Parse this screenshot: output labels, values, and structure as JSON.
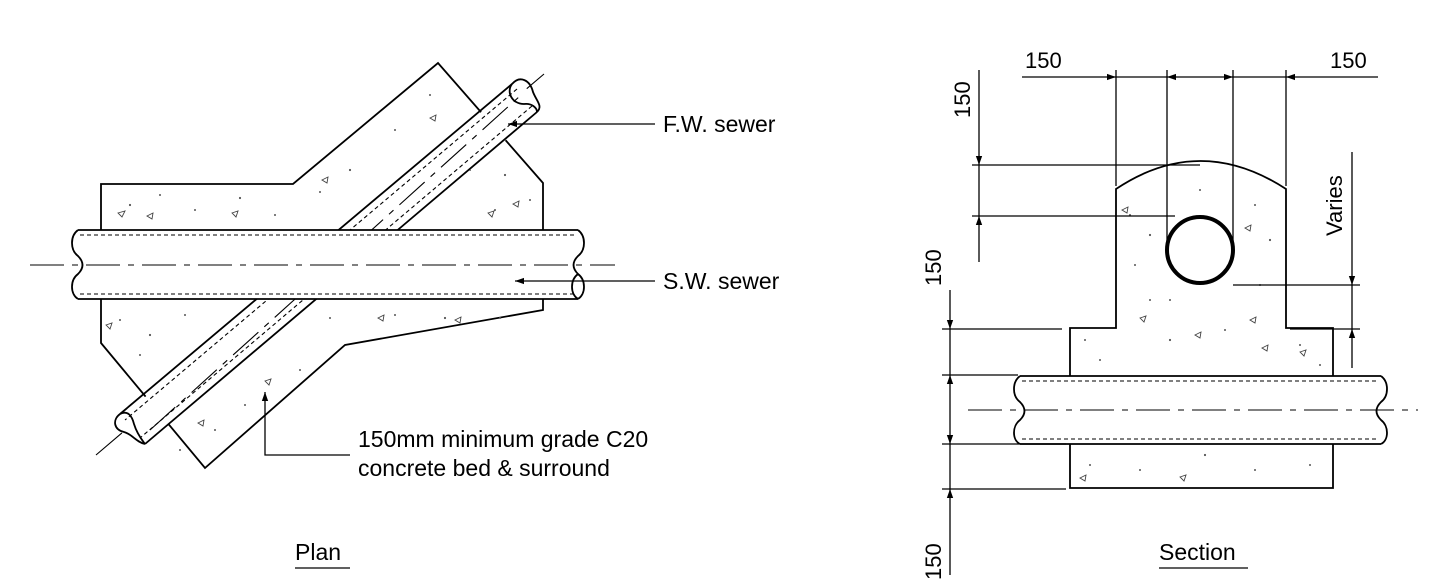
{
  "plan": {
    "title": "Plan",
    "label_fw": "F.W. sewer",
    "label_sw": "S.W. sewer",
    "note_line1": "150mm minimum grade C20",
    "note_line2": "concrete bed & surround"
  },
  "section": {
    "title": "Section",
    "dim_top_left": "150",
    "dim_top_right": "150",
    "dim_left_upper": "150",
    "dim_left_mid": "150",
    "dim_left_lower": "150",
    "dim_varies": "Varies"
  }
}
